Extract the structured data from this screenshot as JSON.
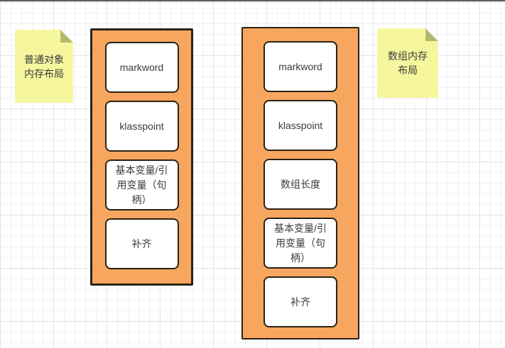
{
  "chrome": {
    "top_edge_bar_color": "#5a5a5c"
  },
  "colors": {
    "container_fill": "#f7a660",
    "cell_fill": "#ffffff",
    "stroke": "#2b2213",
    "note_fill": "#f6f69e",
    "note_fold": "#b4b96d",
    "text": "#3b3b3b",
    "grid_minor": "#f0f1f4",
    "grid_major": "#e2e3e8"
  },
  "notes": [
    {
      "name": "normal-object-note",
      "text": "普通对象\n内存布局"
    },
    {
      "name": "array-note",
      "text": "数组内存\n布局"
    }
  ],
  "containers": [
    {
      "name": "normal-object-memory-layout",
      "cells": [
        "markword",
        "klasspoint",
        "基本变量/引\n用变量（句\n柄）",
        "补齐"
      ]
    },
    {
      "name": "array-memory-layout",
      "cells": [
        "markword",
        "klasspoint",
        "数组长度",
        "基本变量/引\n用变量（句\n柄）",
        "补齐"
      ]
    }
  ]
}
